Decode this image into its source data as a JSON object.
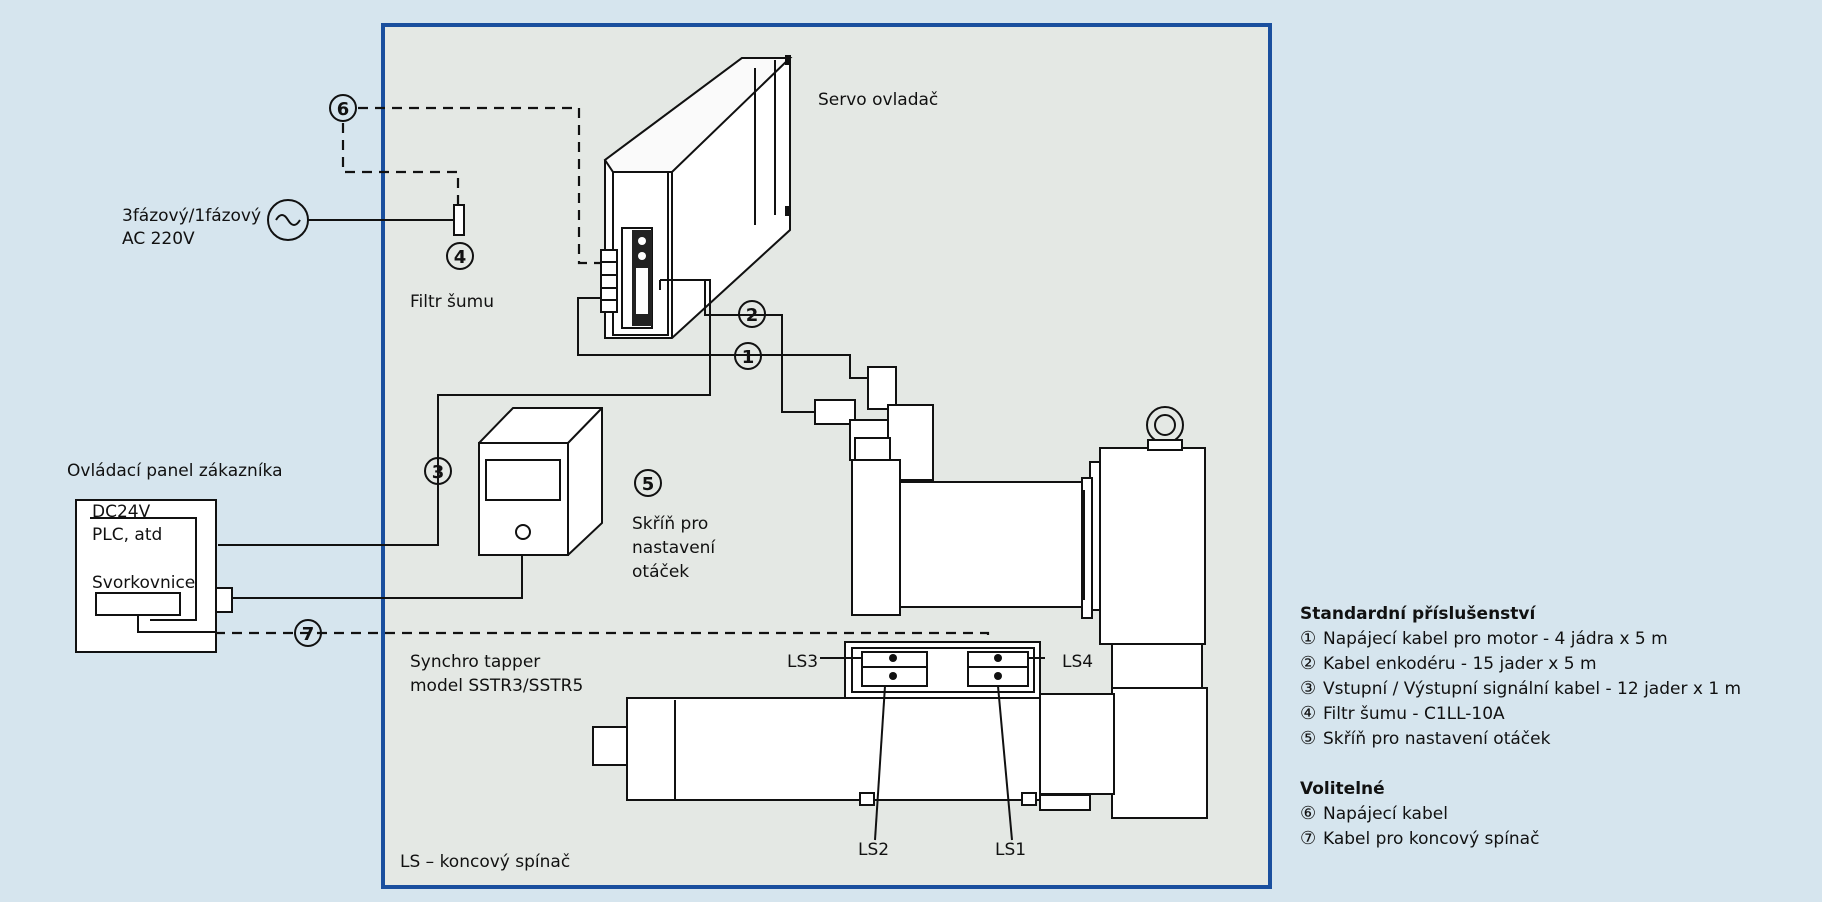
{
  "labels": {
    "servo": "Servo ovladač",
    "power_line1": "3fázový/1fázový",
    "power_line2": "AC 220V",
    "noise_filter": "Filtr šumu",
    "customer_panel": "Ovládací panel zákazníka",
    "panel_dc": "DC24V",
    "panel_plc": "PLC, atd",
    "panel_terminal": "Svorkovnice",
    "speed_box_line1": "Skříň pro",
    "speed_box_line2": "nastavení",
    "speed_box_line3": "otáček",
    "model_line1": "Synchro tapper",
    "model_line2": "model SSTR3/SSTR5",
    "ls_note": "LS – koncový spínač",
    "ls1": "LS1",
    "ls2": "LS2",
    "ls3": "LS3",
    "ls4": "LS4"
  },
  "markers": [
    "1",
    "2",
    "3",
    "4",
    "5",
    "6",
    "7"
  ],
  "legend": {
    "standard_title": "Standardní příslušenství",
    "standard_items": [
      {
        "sym": "①",
        "text": "Napájecí kabel pro motor - 4 jádra x 5 m"
      },
      {
        "sym": "②",
        "text": "Kabel enkodéru - 15 jader x 5 m"
      },
      {
        "sym": "③",
        "text": "Vstupní / Výstupní signální kabel - 12 jader x 1 m"
      },
      {
        "sym": "④",
        "text": "Filtr šumu - C1LL-10A"
      },
      {
        "sym": "⑤",
        "text": "Skříň pro nastavení otáček"
      }
    ],
    "optional_title": "Volitelné",
    "optional_items": [
      {
        "sym": "⑥",
        "text": "Napájecí kabel"
      },
      {
        "sym": "⑦",
        "text": "Kabel pro koncový spínač"
      }
    ]
  },
  "colors": {
    "background": "#d6e5ee",
    "frame_border": "#1a4f9e",
    "frame_fill": "#e4e8e4"
  }
}
